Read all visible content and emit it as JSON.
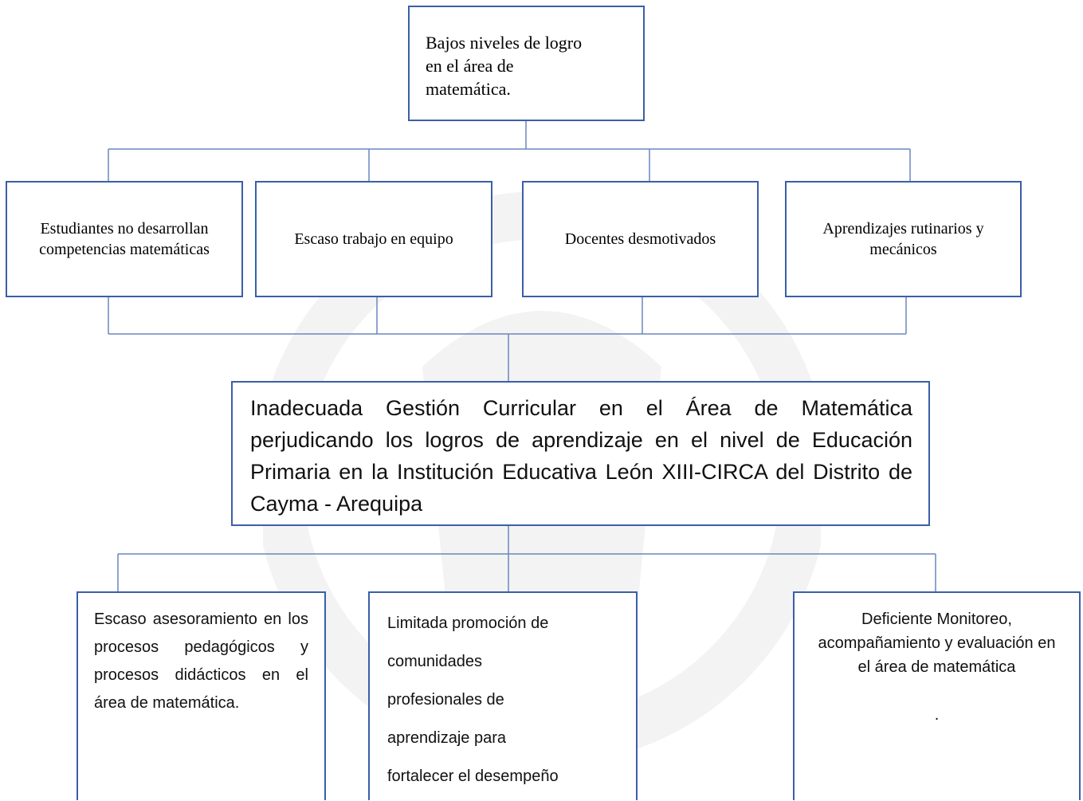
{
  "top": {
    "lines": [
      "Bajos niveles de logro",
      "en el área de",
      "matemática."
    ]
  },
  "middle": [
    "Estudiantes no desarrollan competencias matemáticas",
    "Escaso trabajo en equipo",
    "Docentes desmotivados",
    "Aprendizajes rutinarios y mecánicos"
  ],
  "core": "Inadecuada Gestión Curricular en el Área de Matemática perjudicando los logros de aprendizaje en el nivel de Educación Primaria en la Institución Educativa León XIII-CIRCA del Distrito de Cayma - Arequipa",
  "bottom": {
    "left": "Escaso asesoramiento en los procesos pedagógicos y procesos didácticos en el área de matemática.",
    "middle_lines": [
      "Limitada promoción de",
      "comunidades",
      "profesionales de",
      "aprendizaje para",
      "fortalecer el desempeño"
    ],
    "right": "Deficiente Monitoreo, acompañamiento y evaluación en el área de matemática",
    "right_dot": "."
  },
  "colors": {
    "border": "#3a5fa8",
    "connector": "#6b86bf"
  }
}
